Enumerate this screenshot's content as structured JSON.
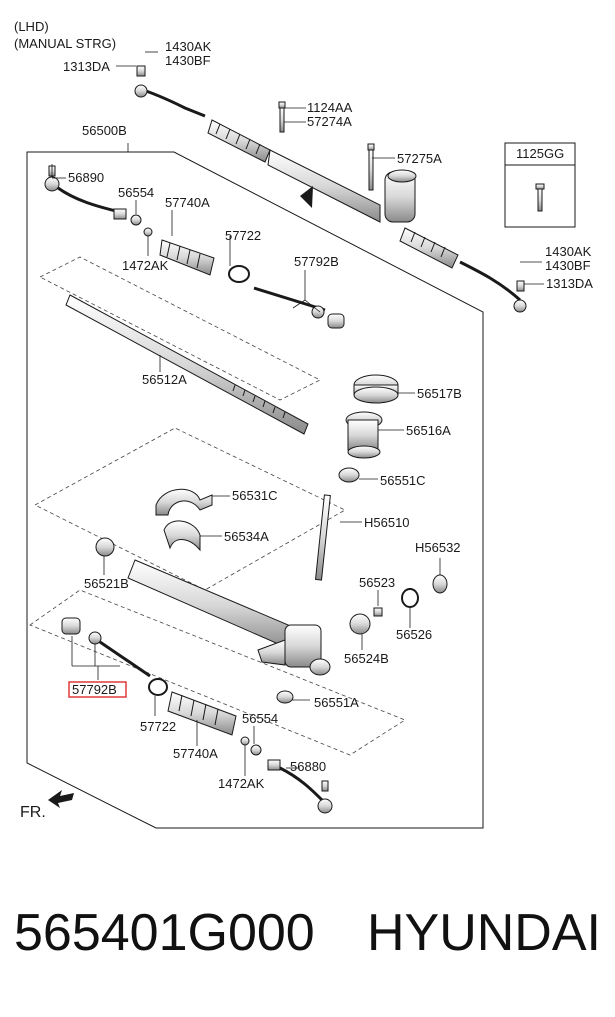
{
  "header": {
    "line1": "(LHD)",
    "line2": "(MANUAL STRG)"
  },
  "labels": {
    "p1430AK_top": "1430AK",
    "p1430BF_top": "1430BF",
    "p1313DA_top": "1313DA",
    "p56500B": "56500B",
    "p1124AA": "1124AA",
    "p57274A": "57274A",
    "p57275A": "57275A",
    "p1125GG": "1125GG",
    "p56890": "56890",
    "p56554_top": "56554",
    "p57740A_top": "57740A",
    "p1472AK_top": "1472AK",
    "p57722_top": "57722",
    "p57792B_top": "57792B",
    "p1430AK_right": "1430AK",
    "p1430BF_right": "1430BF",
    "p1313DA_right": "1313DA",
    "p56512A": "56512A",
    "p56517B": "56517B",
    "p56516A": "56516A",
    "p56551C": "56551C",
    "p56531C": "56531C",
    "pH56510": "H56510",
    "p56534A": "56534A",
    "pH56532": "H56532",
    "p56521B": "56521B",
    "p56523": "56523",
    "p56526": "56526",
    "p56524B": "56524B",
    "p57792B_highlight": "57792B",
    "p56551A": "56551A",
    "p57722_bottom": "57722",
    "p56554_bottom": "56554",
    "p57740A_bottom": "57740A",
    "p56880": "56880",
    "p1472AK_bottom": "1472AK",
    "fr": "FR."
  },
  "footer": {
    "part_number": "565401G000",
    "brand": "HYUNDAI"
  },
  "colors": {
    "line": "#1a1a1a",
    "highlight": "#e03a3a",
    "background": "#ffffff"
  }
}
